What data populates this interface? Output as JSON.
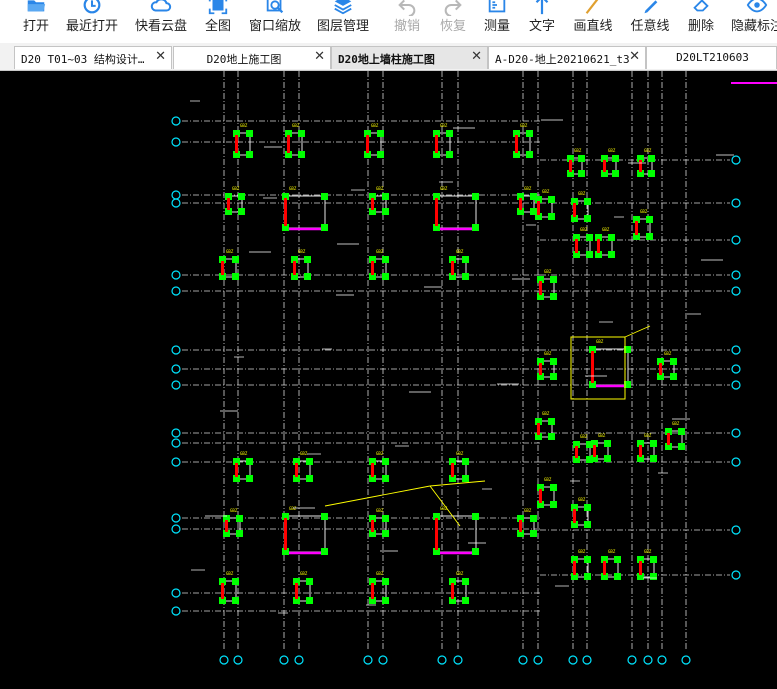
{
  "toolbar": {
    "tools": [
      {
        "label": "打开",
        "icon": "folder-open-icon",
        "enabled": true
      },
      {
        "label": "最近打开",
        "icon": "recent-clock-icon",
        "enabled": true
      },
      {
        "label": "快看云盘",
        "icon": "cloud-icon",
        "enabled": true
      },
      {
        "label": "全图",
        "icon": "fullscreen-icon",
        "enabled": true
      },
      {
        "label": "窗口缩放",
        "icon": "zoom-window-icon",
        "enabled": true
      },
      {
        "label": "图层管理",
        "icon": "layers-icon",
        "enabled": true
      },
      {
        "label": "撤销",
        "icon": "undo-icon",
        "enabled": false
      },
      {
        "label": "恢复",
        "icon": "redo-icon",
        "enabled": false
      },
      {
        "label": "测量",
        "icon": "measure-icon",
        "enabled": true
      },
      {
        "label": "文字",
        "icon": "text-icon",
        "enabled": true
      },
      {
        "label": "画直线",
        "icon": "line-icon",
        "enabled": true
      },
      {
        "label": "任意线",
        "icon": "pen-icon",
        "enabled": true
      },
      {
        "label": "删除",
        "icon": "eraser-icon",
        "enabled": true
      },
      {
        "label": "隐藏标注",
        "icon": "eye-icon",
        "enabled": true
      }
    ]
  },
  "tabs": [
    {
      "label": "D20 T01~03 结构设计…",
      "active": false,
      "closable": true
    },
    {
      "label": "D20地上施工图",
      "active": false,
      "closable": true
    },
    {
      "label": "D20地上墙柱施工图",
      "active": true,
      "closable": true
    },
    {
      "label": "A-D20-地上20210621_t3",
      "active": false,
      "closable": true
    },
    {
      "label": "D20LT210603",
      "active": false,
      "closable": false
    }
  ],
  "drawing": {
    "name": "structural-column-wall-plan",
    "colors": {
      "axis": "#00e5ff",
      "grid": "#d8d8d8",
      "wall": "#ffffff",
      "column": "#00ff00",
      "beam": "#ff00ff",
      "label": "#ffff00",
      "leader": "#ffff00",
      "marker": "#ff0000"
    }
  }
}
